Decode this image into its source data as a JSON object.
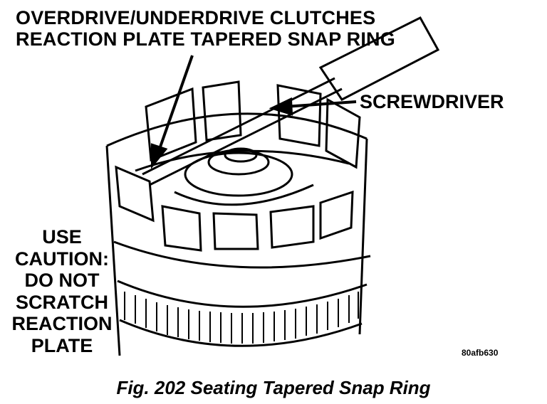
{
  "labels": {
    "part_line_1": "OVERDRIVE/UNDERDRIVE CLUTCHES",
    "part_line_2": "REACTION PLATE TAPERED SNAP RING",
    "screwdriver": "SCREWDRIVER",
    "caution_lines": [
      "USE",
      "CAUTION:",
      "DO NOT",
      "SCRATCH",
      "REACTION",
      "PLATE"
    ],
    "figure_code": "80afb630"
  },
  "caption": "Fig. 202 Seating Tapered Snap Ring",
  "colors": {
    "ink": "#000000",
    "paper": "#ffffff"
  }
}
